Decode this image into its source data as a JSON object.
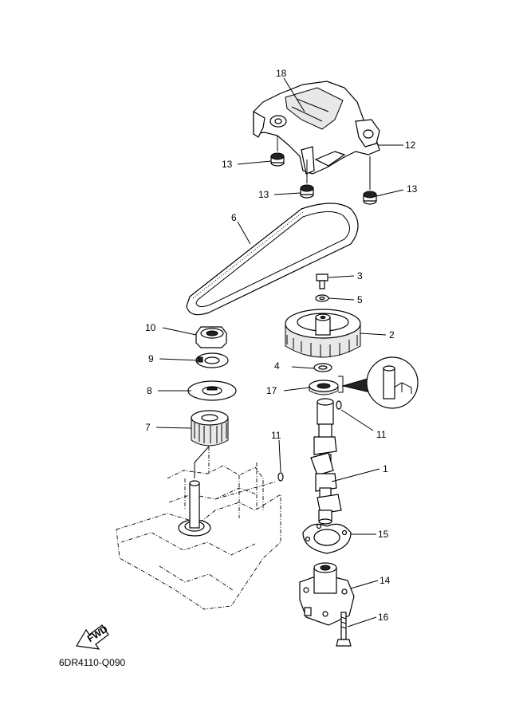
{
  "diagram": {
    "callouts": [
      {
        "id": "c18",
        "text": "18"
      },
      {
        "id": "c12",
        "text": "12"
      },
      {
        "id": "c13a",
        "text": "13"
      },
      {
        "id": "c13b",
        "text": "13"
      },
      {
        "id": "c13c",
        "text": "13"
      },
      {
        "id": "c6",
        "text": "6"
      },
      {
        "id": "c3",
        "text": "3"
      },
      {
        "id": "c5",
        "text": "5"
      },
      {
        "id": "c2",
        "text": "2"
      },
      {
        "id": "c10",
        "text": "10"
      },
      {
        "id": "c9",
        "text": "9"
      },
      {
        "id": "c4",
        "text": "4"
      },
      {
        "id": "c8",
        "text": "8"
      },
      {
        "id": "c17",
        "text": "17"
      },
      {
        "id": "c7",
        "text": "7"
      },
      {
        "id": "c11a",
        "text": "11"
      },
      {
        "id": "c11b",
        "text": "11"
      },
      {
        "id": "c1",
        "text": "1"
      },
      {
        "id": "c15",
        "text": "15"
      },
      {
        "id": "c14",
        "text": "14"
      },
      {
        "id": "c16",
        "text": "16"
      }
    ],
    "fwd_label": "FWD",
    "drawing_code": "6DR4110-Q090"
  }
}
